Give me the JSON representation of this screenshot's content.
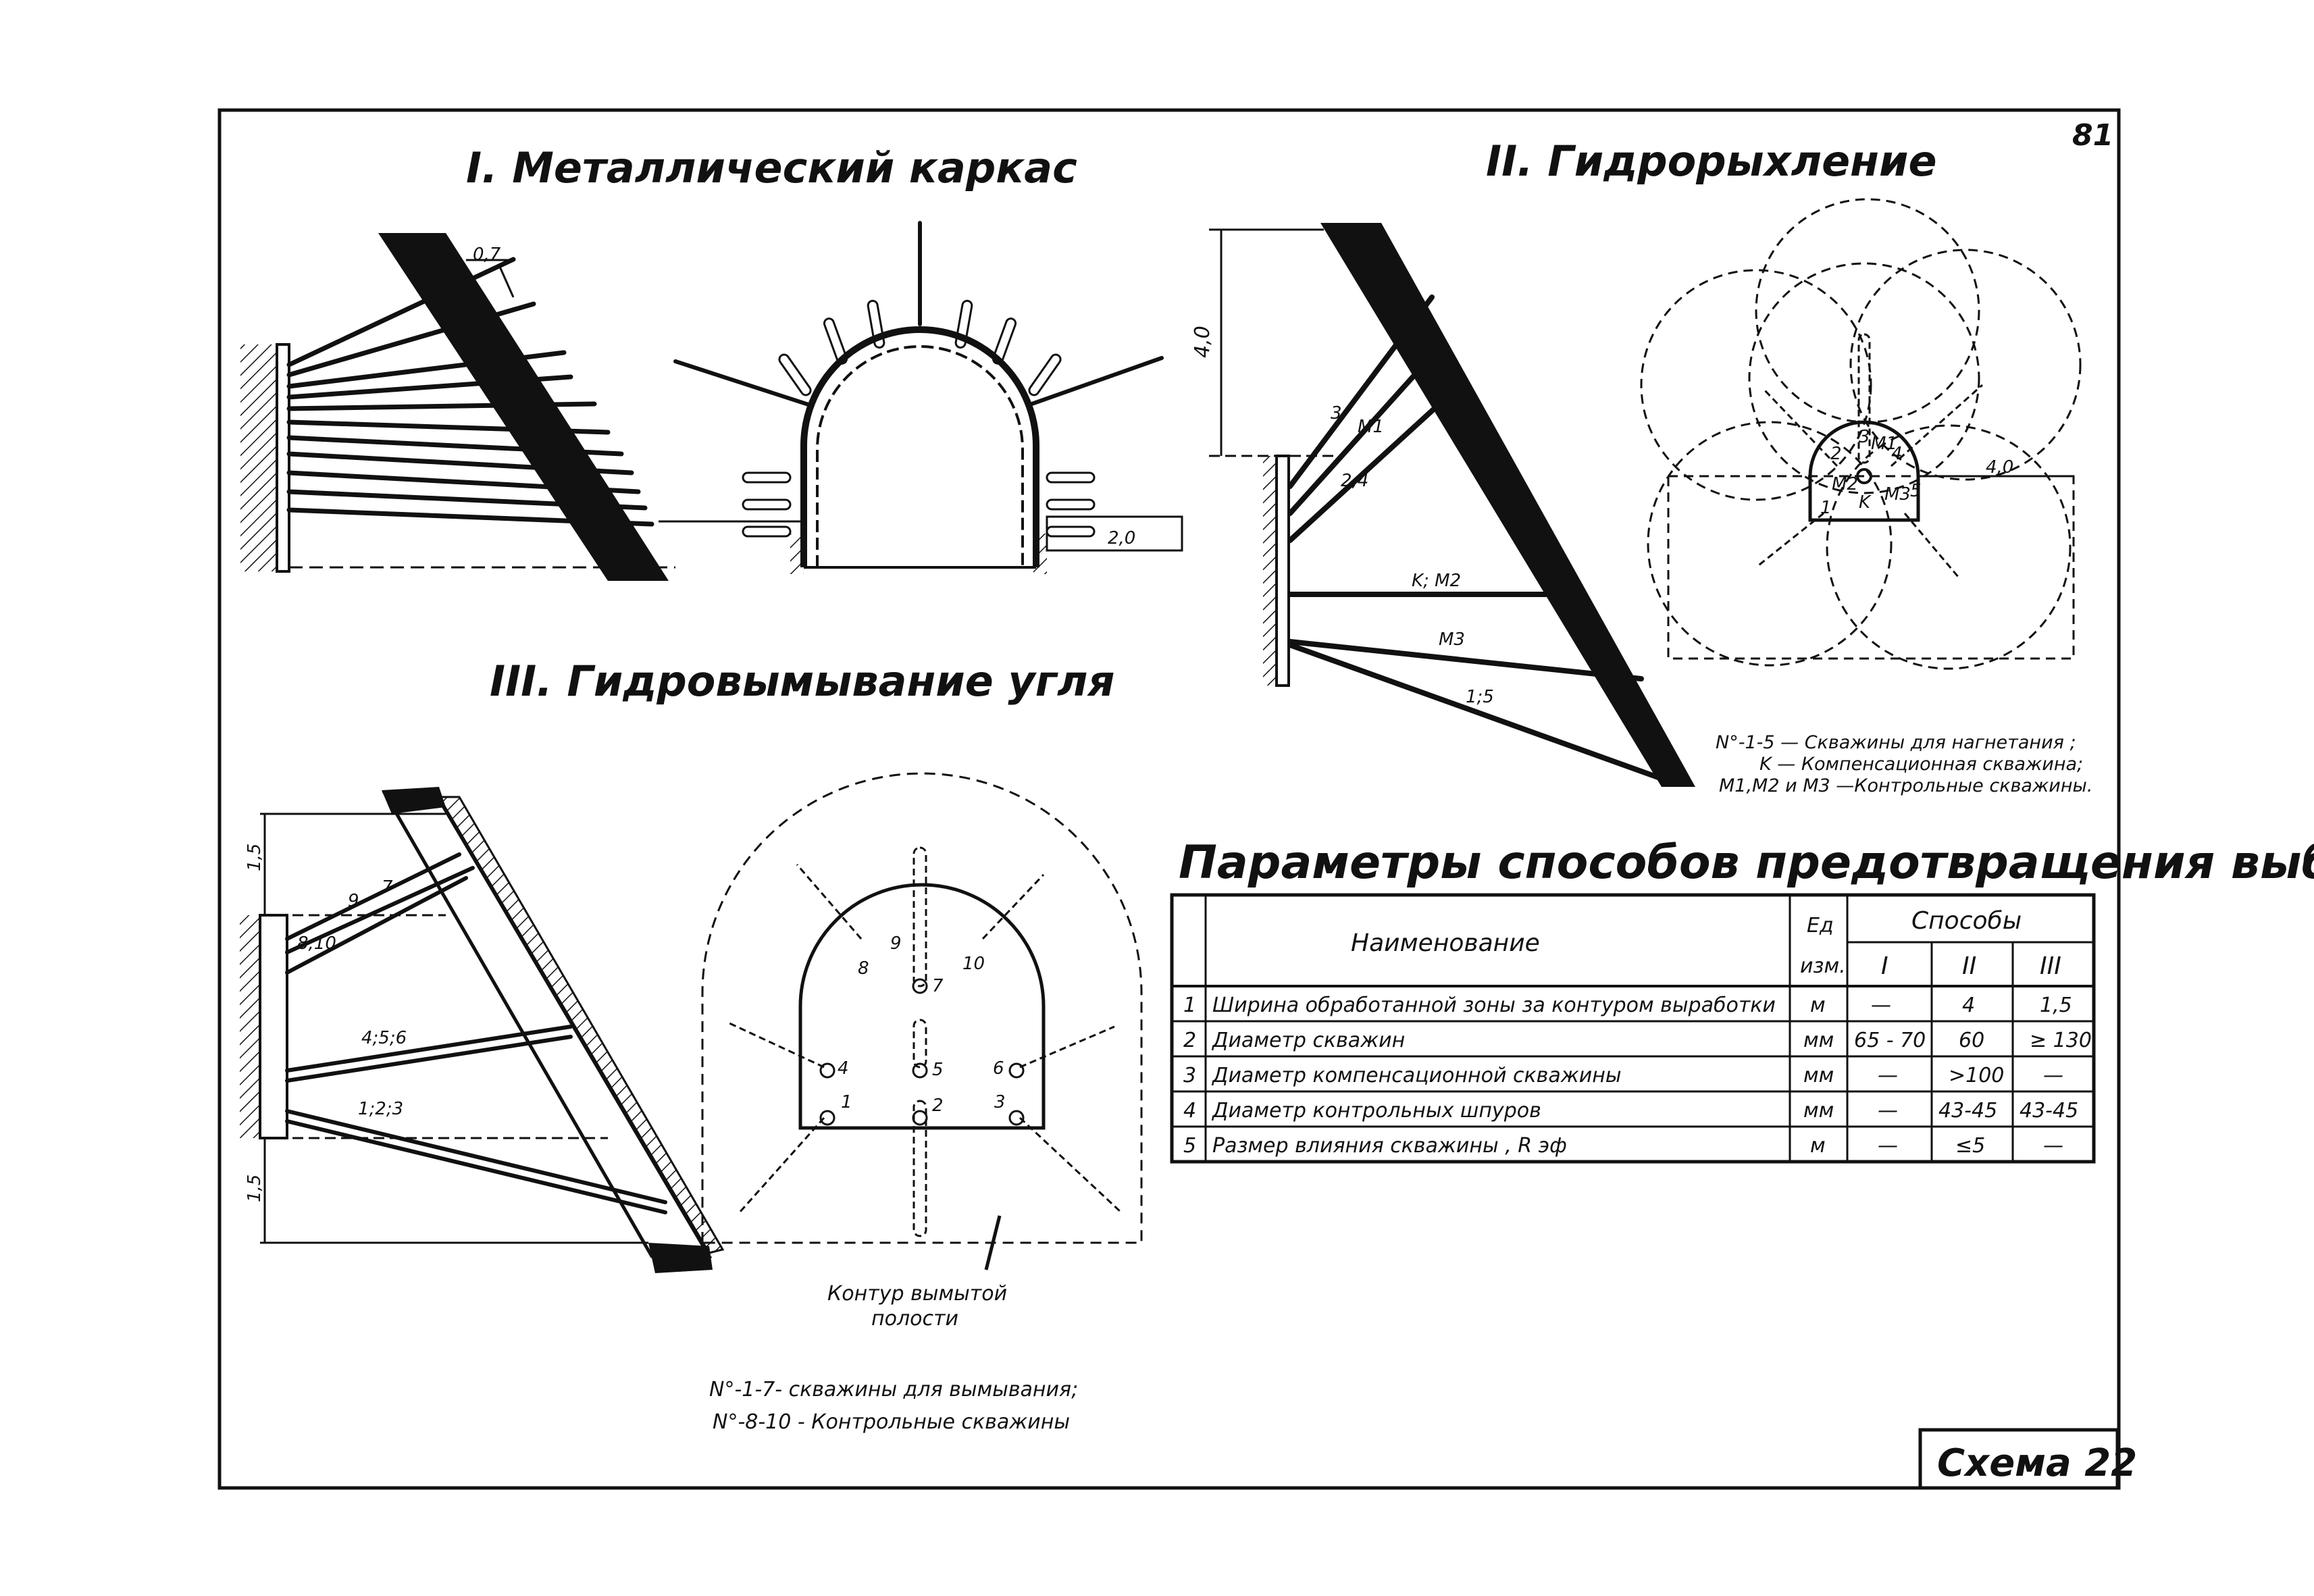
{
  "sheet": {
    "page_number": "81",
    "scheme_label": "Схема 22"
  },
  "section1": {
    "title": "I. Металлический каркас",
    "dim_top": "0,7",
    "dim_right": "2,0"
  },
  "section2": {
    "title": "II. Гидрорыхление",
    "dim_height": "4,0",
    "dim_radius": "4,0",
    "hole_labels": [
      "3",
      "M1",
      "2,4",
      "K; M2",
      "M3",
      "1;5"
    ],
    "plan_labels": [
      "1",
      "2",
      "3",
      "4",
      "5",
      "M1",
      "M2",
      "M3",
      "K"
    ],
    "legend": [
      "N°-1-5 — Скважины для нагнетания ;",
      "K — Компенсационная скважина;",
      "M1,M2 и M3 —Контрольные скважины."
    ]
  },
  "section3": {
    "title": "III. Гидровымывание угля",
    "dim_top": "1,5",
    "dim_bottom": "1,5",
    "hole_labels": [
      "8,10",
      "9",
      "7",
      "4;5;6",
      "1;2;3"
    ],
    "plan_labels": [
      "1",
      "2",
      "3",
      "4",
      "5",
      "6",
      "7",
      "8",
      "9",
      "10"
    ],
    "contour_label": [
      "Контур вымытой",
      "полости"
    ],
    "legend": [
      "N°-1-7- скважины для вымывания;",
      "N°-8-10 - Контрольные скважины"
    ]
  },
  "table": {
    "title": "Параметры способов предотвращения выбросов",
    "header_name": "Наименование",
    "header_unit": [
      "Ед",
      "изм."
    ],
    "header_methods": "Способы",
    "method_labels": [
      "I",
      "II",
      "III"
    ],
    "rows": [
      {
        "n": "1",
        "name": "Ширина обработанной зоны за контуром выработки",
        "unit": "м",
        "v1": "—",
        "v2": "4",
        "v3": "1,5"
      },
      {
        "n": "2",
        "name": "Диаметр скважин",
        "unit": "мм",
        "v1": "65 - 70",
        "v2": "60",
        "v3": "≥ 130"
      },
      {
        "n": "3",
        "name": "Диаметр компенсационной скважины",
        "unit": "мм",
        "v1": "—",
        "v2": ">100",
        "v3": "—"
      },
      {
        "n": "4",
        "name": "Диаметр контрольных шпуров",
        "unit": "мм",
        "v1": "—",
        "v2": "43-45",
        "v3": "43-45"
      },
      {
        "n": "5",
        "name": "Размер влияния скважины , R эф",
        "unit": "м",
        "v1": "—",
        "v2": "≤5",
        "v3": "—"
      }
    ]
  }
}
